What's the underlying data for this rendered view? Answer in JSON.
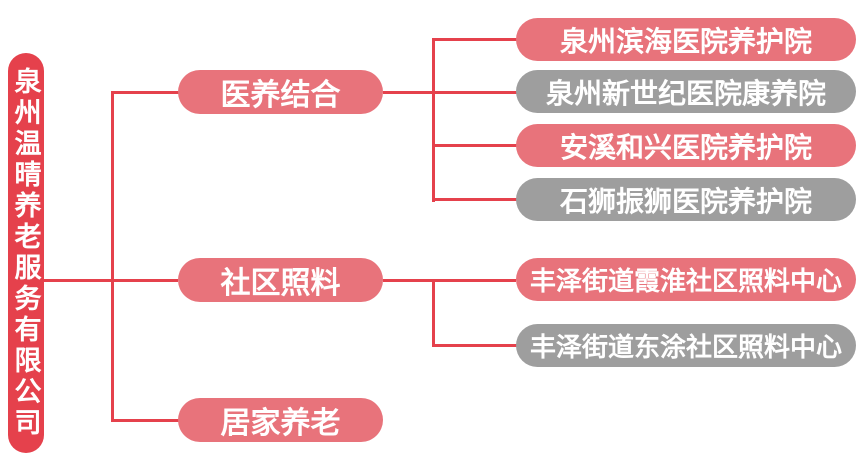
{
  "diagram": {
    "type": "org-tree",
    "root": {
      "label": "泉州温晴养老服务有限公司",
      "color": "#E5414C",
      "text_color": "#FFFFFF"
    },
    "branches": [
      {
        "label": "医养结合",
        "color": "#E8737B"
      },
      {
        "label": "社区照料",
        "color": "#E8737B"
      },
      {
        "label": "居家养老",
        "color": "#E8737B"
      }
    ],
    "leaves": [
      {
        "label": "泉州滨海医院养护院",
        "color": "#E8737B",
        "parent": "医养结合"
      },
      {
        "label": "泉州新世纪医院康养院",
        "color": "#9E9E9E",
        "parent": "医养结合"
      },
      {
        "label": "安溪和兴医院养护院",
        "color": "#E8737B",
        "parent": "医养结合"
      },
      {
        "label": "石狮振狮医院养护院",
        "color": "#9E9E9E",
        "parent": "医养结合"
      },
      {
        "label": "丰泽街道霞淮社区照料中心",
        "color": "#E8737B",
        "parent": "社区照料"
      },
      {
        "label": "丰泽街道东涂社区照料中心",
        "color": "#9E9E9E",
        "parent": "社区照料"
      }
    ],
    "line_color": "#E5414C",
    "background": "#FFFFFF"
  }
}
